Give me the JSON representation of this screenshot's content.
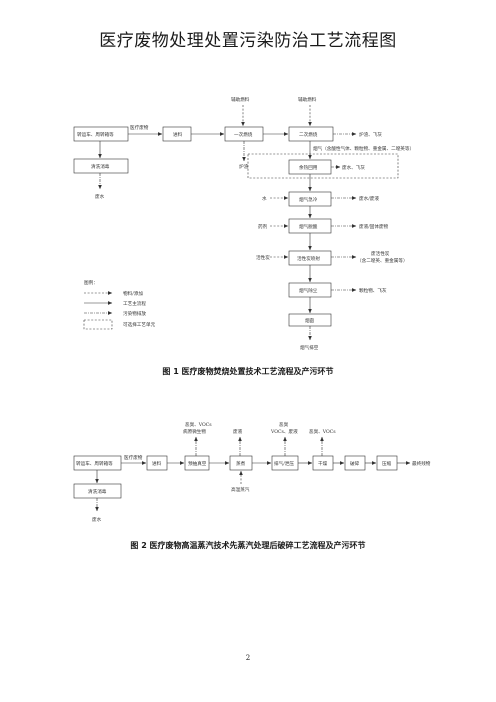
{
  "page_title": "医疗废物处理处置污染防治工艺流程图",
  "fig1": {
    "caption": "图 1  医疗废物焚烧处置技术工艺流程及产污环节",
    "top_aux_fuel_1": "辅助燃料",
    "top_aux_fuel_2": "辅助燃料",
    "box_transport": "转运车、周转箱等",
    "label_medical_waste": "医疗废物",
    "box_feed": "进料",
    "box_primary": "一次燃烧",
    "box_secondary": "二次燃烧",
    "out_secondary": "炉渣、飞灰",
    "out_flue_gas": "烟气（含酸性气体、颗粒物、重金属、二噁英等）",
    "box_clean": "清洗消毒",
    "out_wastewater": "废水",
    "label_slag": "炉渣",
    "box_heat": "余热回用",
    "out_heat": "废水、飞灰",
    "in_water": "水",
    "box_cooling": "烟气急冷",
    "out_cooling": "废水/废液",
    "in_reagent": "药剂",
    "box_deacid": "烟气脱酸",
    "out_deacid": "废液/固体废物",
    "in_carbon": "活性炭",
    "box_adsorb": "活性炭喷射",
    "out_adsorb_1": "废活性炭",
    "out_adsorb_2": "（含二噁英、重金属等）",
    "box_dust": "烟气除尘",
    "out_dust": "颗粒物、飞灰",
    "box_stack": "烟囱",
    "out_emission": "烟气排空",
    "legend_title": "图例：",
    "legend_items": [
      "物料/添加",
      "工艺主流程",
      "污染物排放",
      "可选择工艺单元"
    ]
  },
  "fig2": {
    "caption": "图 2  医疗废物高温蒸汽技术先蒸汽处理后破碎工艺流程及产污环节",
    "box_transport": "转运车、周转箱等",
    "label_medical_waste": "医疗废物",
    "box_feed": "进料",
    "box_pre_vacuum": "预抽真空",
    "box_steam": "蒸煮",
    "box_exhaust": "排气/泄压",
    "box_dry": "干燥",
    "box_crush": "破碎",
    "box_compress": "压缩",
    "out_final": "最终残物",
    "top_pre_vacuum_1": "恶臭、VOCs",
    "top_pre_vacuum_2": "病原微生物",
    "top_steam": "废液",
    "top_exhaust_1": "恶臭",
    "top_exhaust_2": "VOCs、废液",
    "top_crush": "恶臭、VOCs",
    "in_steam": "高温蒸汽",
    "box_clean": "清洗消毒",
    "out_wastewater": "废水"
  }
}
